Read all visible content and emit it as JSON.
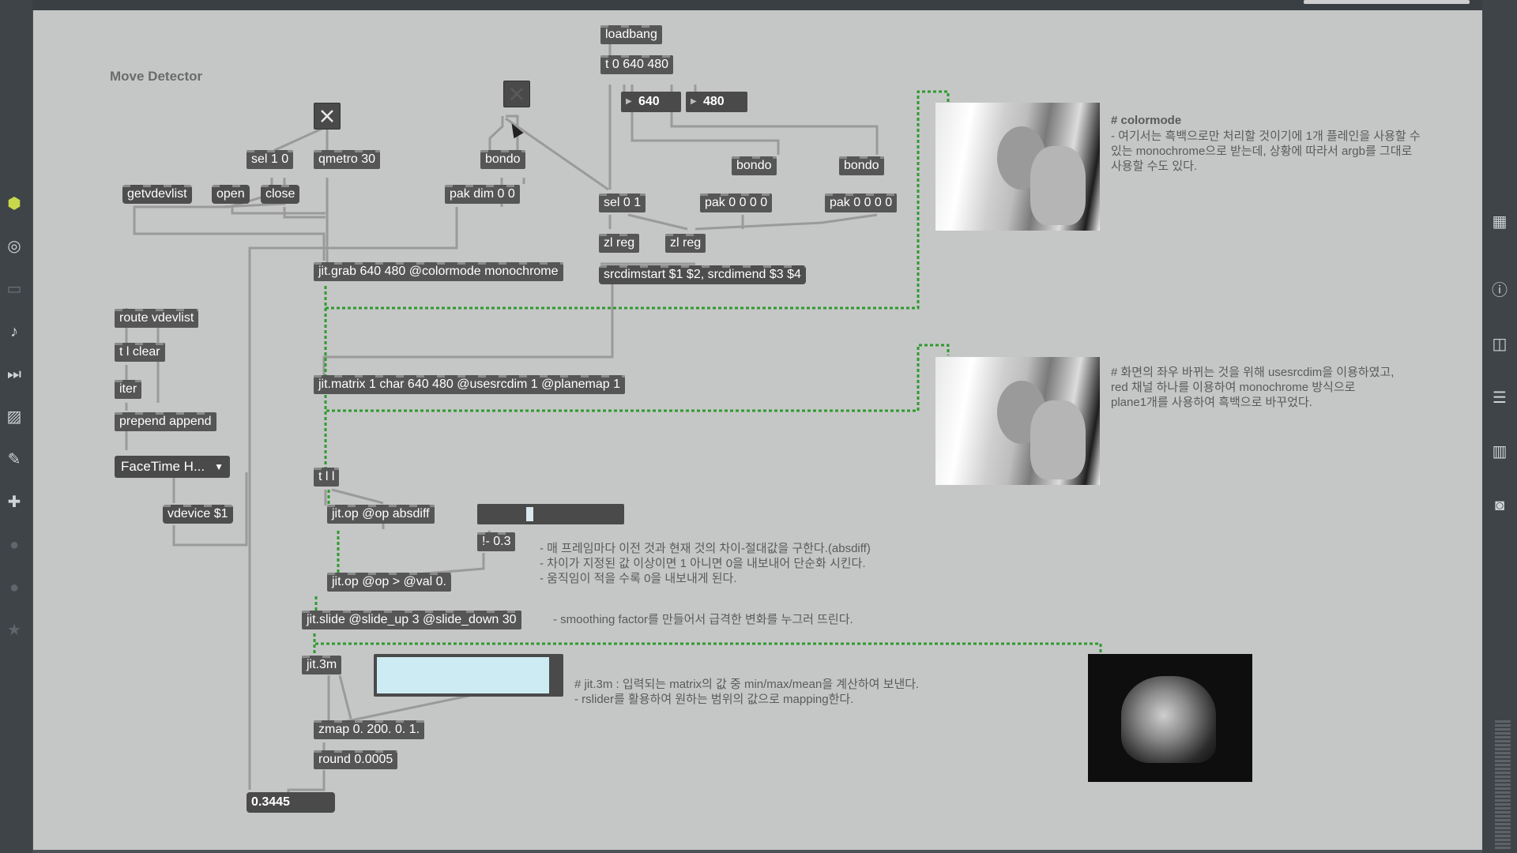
{
  "patch_title": "Move Detector",
  "objects": {
    "loadbang": "loadbang",
    "t0640480": "t 0 640 480",
    "num640": "640",
    "num480": "480",
    "sel10": "sel 1 0",
    "qmetro": "qmetro 30",
    "bondo1": "bondo",
    "bondo2": "bondo",
    "bondo3": "bondo",
    "getvdevlist": "getvdevlist",
    "open": "open",
    "close": "close",
    "pakdim": "pak dim 0 0",
    "sel01": "sel 0 1",
    "pak0000a": "pak 0 0 0 0",
    "pak0000b": "pak 0 0 0 0",
    "zlreg1": "zl reg",
    "zlreg2": "zl reg",
    "jitgrab": "jit.grab 640 480 @colormode monochrome",
    "srcdim": "srcdimstart $1 $2, srcdimend $3 $4",
    "routevdevlist": "route vdevlist",
    "tlclear": "t l clear",
    "iter": "iter",
    "prepend": "prepend append",
    "umenu": "FaceTime H...",
    "vdevice": "vdevice $1",
    "jitmatrix": "jit.matrix 1 char 640 480 @usesrcdim 1 @planemap 1",
    "tll": "t l l",
    "absdiff": "jit.op @op absdiff",
    "minus03": "!- 0.3",
    "opval": "jit.op @op > @val 0.",
    "slide": "jit.slide @slide_up 3 @slide_down 30",
    "jit3m": "jit.3m",
    "zmap": "zmap 0. 200. 0. 1.",
    "round": "round 0.0005",
    "result": "0.3445"
  },
  "comments": {
    "colormode_title": "# colormode",
    "colormode_body": "- 여기서는 흑백으로만 처리할 것이기에 1개 플레인을 사용할 수\n있는 monochrome으로 받는데, 상황에 따라서 argb를 그대로\n사용할 수도 있다.",
    "usesrcdim": "# 화면의 좌우 바뀌는 것을 위해 usesrcdim을 이용하였고,\nred 채널 하나를 이용하여 monochrome 방식으로\nplane1개를 사용하여 흑백으로 바꾸었다.",
    "absdiff": "- 매 프레임마다 이전 것과 현재 것의 차이-절대값을 구한다.(absdiff)\n- 차이가 지정된 값 이상이면 1 아니면 0을 내보내어 단순화 시킨다.\n- 움직임이 적을 수록 0을 내보내게 된다.",
    "smoothing": "- smoothing factor를 만들어서 급격한 변화를 누그러 뜨린다.",
    "jit3m": "# jit.3m : 입력되는 matrix의 값 중 min/max/mean을 계산하여 보낸다.\n- rslider를 활용하여 원하는 범위의 값으로 mapping한다."
  },
  "slider": {
    "value_fraction": 0.3
  },
  "rslider": {
    "min_fraction": 0.0,
    "max_fraction": 0.95
  },
  "colors": {
    "canvas": "#c5c7c6",
    "object": "#565656",
    "patchcord": "#9a9a9a",
    "signal_cord": "#2f9a2f",
    "rslider_fill": "#cdebf2"
  },
  "sidebar_icons": [
    "cube-icon",
    "target-icon",
    "film-icon",
    "music-note-icon",
    "sequence-icon",
    "image-icon",
    "paperclip-icon",
    "puzzle-icon",
    "p-icon",
    "b-icon",
    "star-icon"
  ],
  "right_icons": [
    "grid-icon",
    "info-icon",
    "columns-icon",
    "list-icon",
    "book-icon",
    "camera-icon"
  ]
}
